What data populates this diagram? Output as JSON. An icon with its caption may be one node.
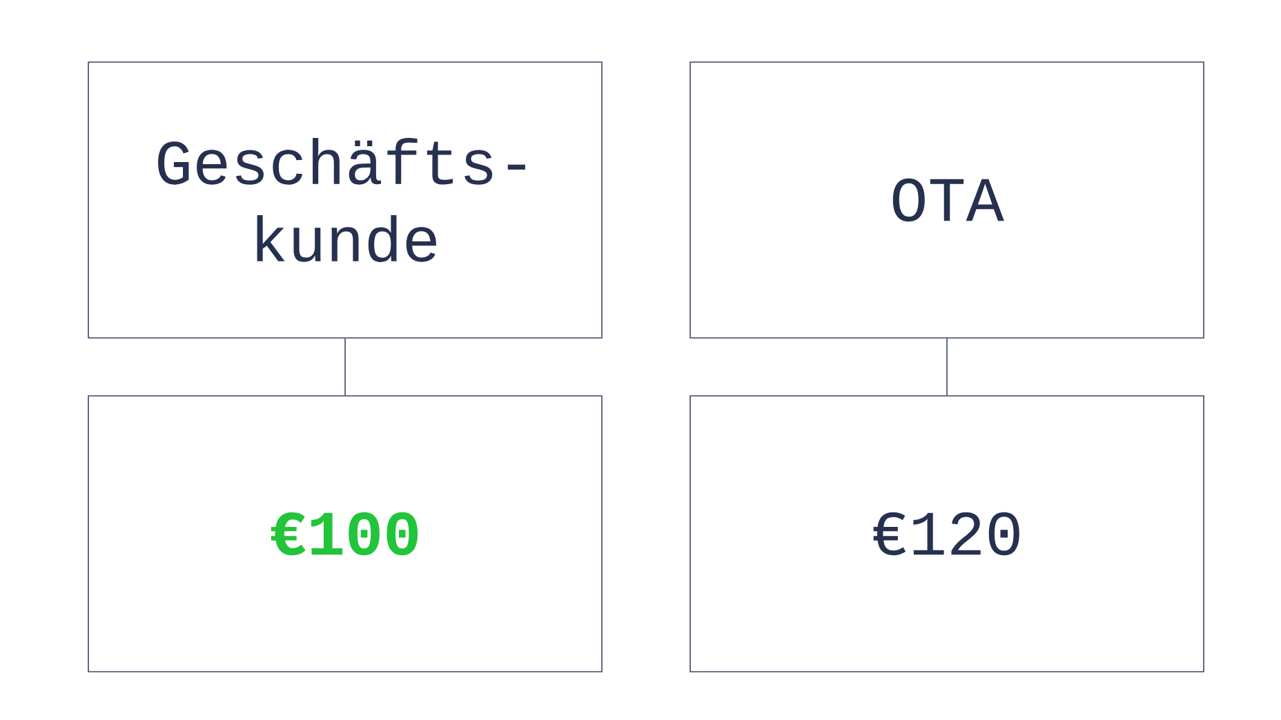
{
  "diagram": {
    "nodes": [
      {
        "text": [
          "Geschäfts- kunde"
        ]
      },
      {
        "text": [
          "OTA"
        ]
      },
      {
        "text": [
          "€100"
        ]
      },
      {
        "text": [
          "€120"
        ]
      }
    ],
    "edges": [
      {
        "from": 0,
        "to": 2,
        "arrow": "none"
      },
      {
        "from": 1,
        "to": 3,
        "arrow": "none"
      }
    ]
  }
}
